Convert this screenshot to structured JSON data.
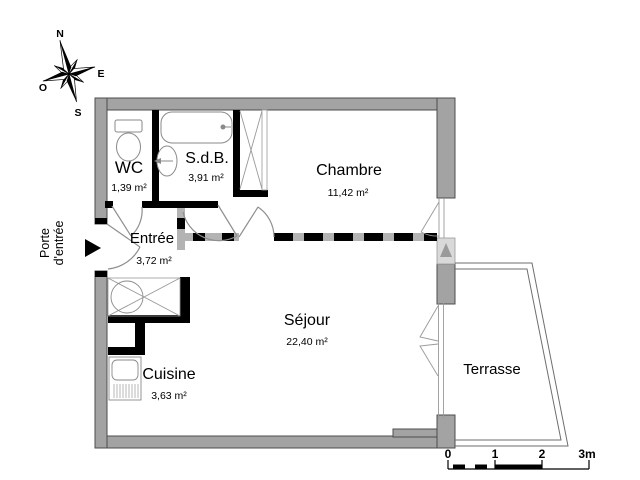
{
  "compass": {
    "n": "N",
    "e": "E",
    "o": "O",
    "s": "S"
  },
  "entry_arrow_label": {
    "line1": "Porte",
    "line2": "d'entrée"
  },
  "rooms": {
    "wc": {
      "name": "WC",
      "area": "1,39 m²"
    },
    "sdb": {
      "name": "S.d.B.",
      "area": "3,91 m²"
    },
    "chambre": {
      "name": "Chambre",
      "area": "11,42 m²"
    },
    "entree": {
      "name": "Entrée",
      "area": "3,72 m²"
    },
    "sejour": {
      "name": "Séjour",
      "area": "22,40 m²"
    },
    "cuisine": {
      "name": "Cuisine",
      "area": "3,63 m²"
    },
    "terrasse": {
      "name": "Terrasse"
    }
  },
  "scale_bar": {
    "t0": "0",
    "t1": "1",
    "t2": "2",
    "t3": "3m"
  },
  "colors": {
    "wall_fill": "#a3a3a3",
    "wall_outline": "#4d4d4d",
    "partition": "#000000",
    "checker_gray": "#b3b3b3",
    "fixture_stroke": "#8a8a8a",
    "door_stroke": "#8f8f8f",
    "window_stroke": "#999999",
    "terrace_stroke": "#6e6e6e",
    "duct_box": "#d9d9d9",
    "duct_triangle": "#9a9a9a",
    "background": "#ffffff"
  }
}
